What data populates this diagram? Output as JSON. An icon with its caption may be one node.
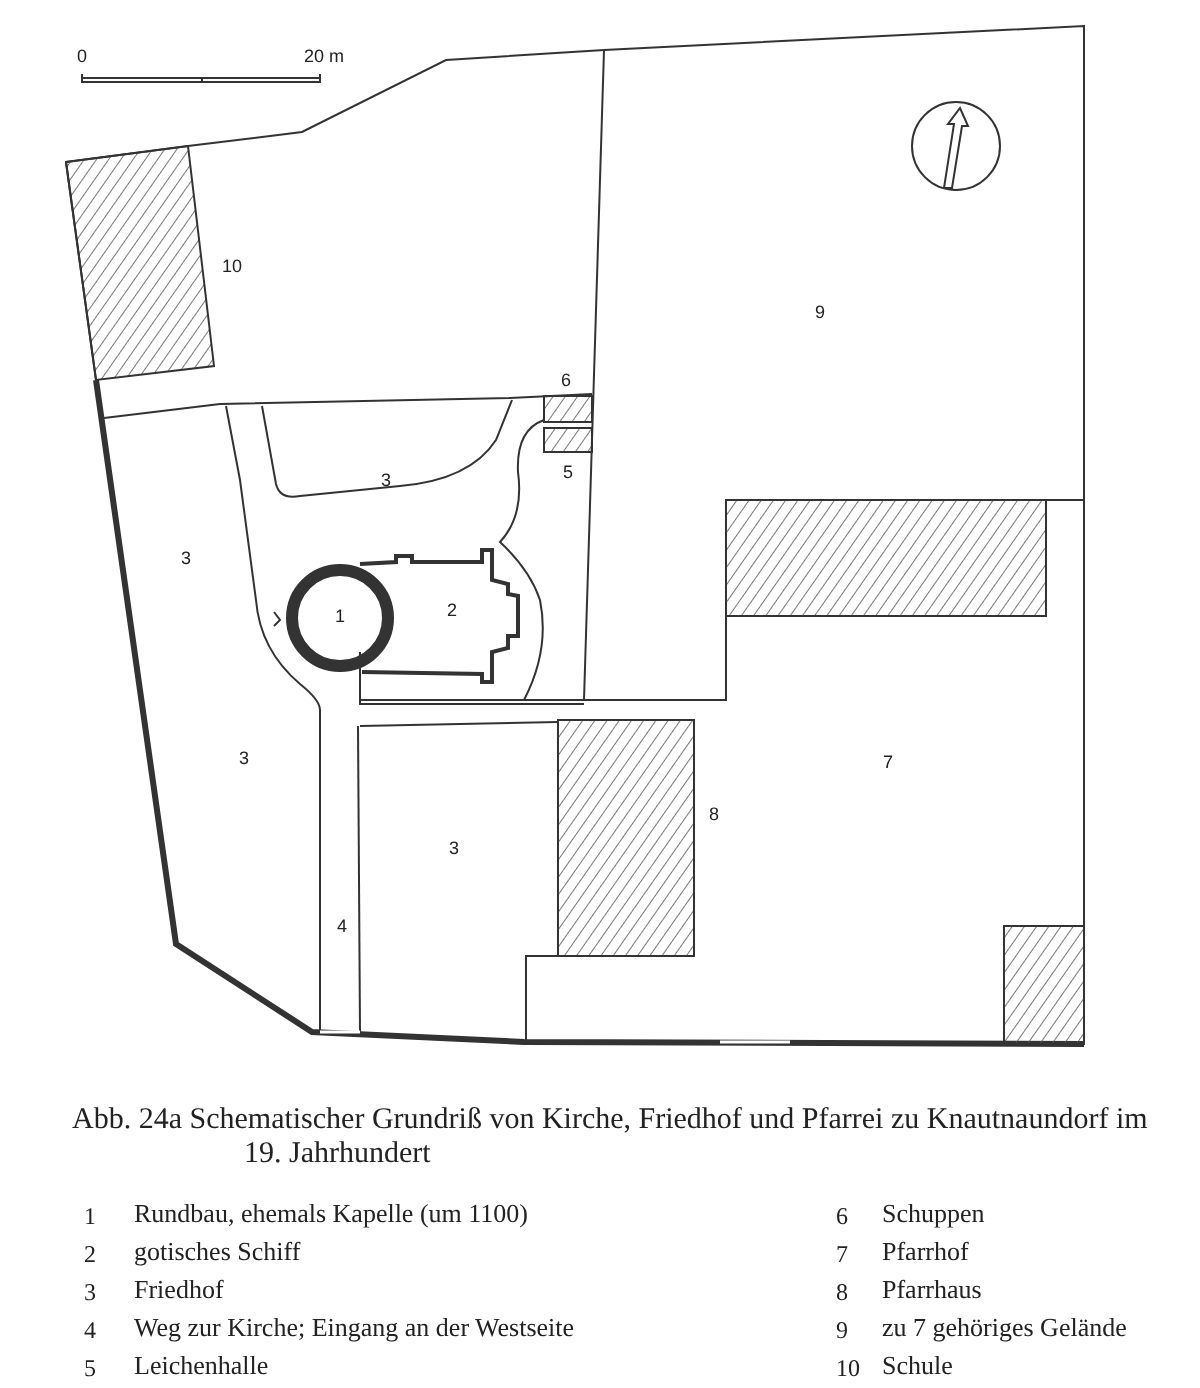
{
  "diagram": {
    "caption": "Abb. 24a Schematischer Grundriß von Kirche, Friedhof und Pfarrei zu Knautnaundorf im 19. Jahrhundert",
    "labels": [
      "0",
      "20 m",
      "10",
      "9",
      "6",
      "5",
      "3",
      "3",
      "1",
      "2",
      "3",
      "7",
      "8",
      "3",
      "4",
      "1",
      "Rundbau, ehemals Kapelle (um 1100)",
      "2",
      "gotisches Schiff",
      "3",
      "Friedhof",
      "4",
      "Weg zur Kirche; Eingang an der Westseite",
      "5",
      "Leichenhalle",
      "6",
      "Schuppen",
      "7",
      "Pfarrhof",
      "8",
      "Pfarrhaus",
      "9",
      "zu 7 gehöriges Gelände",
      "10",
      "Schule"
    ]
  }
}
